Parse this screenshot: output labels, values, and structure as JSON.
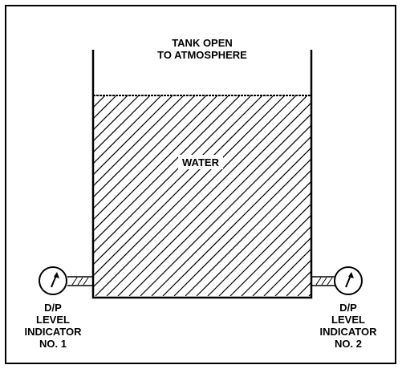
{
  "tank": {
    "title_line1": "TANK OPEN",
    "title_line2": "TO ATMOSPHERE",
    "fluid_label": "WATER"
  },
  "indicator_left": {
    "line1": "D/P",
    "line2": "LEVEL",
    "line3": "INDICATOR",
    "line4": "NO. 1",
    "icon": "pressure-gauge-icon"
  },
  "indicator_right": {
    "line1": "D/P",
    "line2": "LEVEL",
    "line3": "INDICATOR",
    "line4": "NO. 2",
    "icon": "pressure-gauge-icon"
  },
  "colors": {
    "stroke": "#000000",
    "background": "#ffffff"
  }
}
